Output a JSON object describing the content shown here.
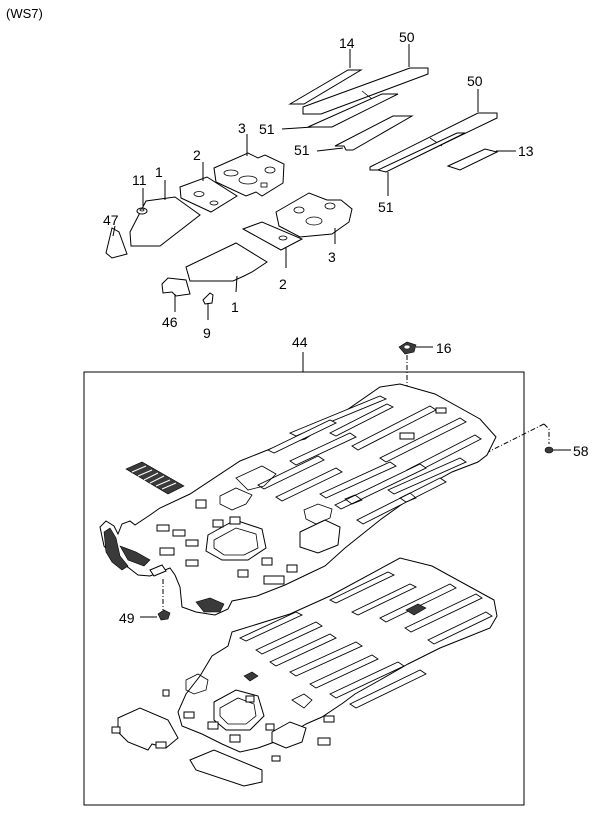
{
  "diagram": {
    "model_code": "(WS7)",
    "callouts": {
      "c14": "14",
      "c50a": "50",
      "c50b": "50",
      "c51a": "51",
      "c51b": "51",
      "c51c": "51",
      "c13": "13",
      "c3a": "3",
      "c3b": "3",
      "c2a": "2",
      "c2b": "2",
      "c1a": "1",
      "c1b": "1",
      "c11": "11",
      "c47": "47",
      "c46": "46",
      "c9": "9",
      "c44": "44",
      "c16": "16",
      "c58": "58",
      "c49": "49"
    }
  }
}
